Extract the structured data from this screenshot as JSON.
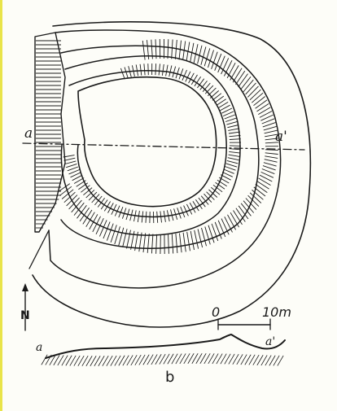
{
  "labels": {
    "section_start": "a",
    "section_end": "a'",
    "scale_start": "0",
    "scale_end": "10m",
    "profile_start": "a",
    "profile_end": "a'",
    "profile_caption": "b",
    "north": "N"
  },
  "colors": {
    "ink": "#1a1a1a",
    "paper": "#fdfdf8",
    "edge": "#e9e44a"
  }
}
